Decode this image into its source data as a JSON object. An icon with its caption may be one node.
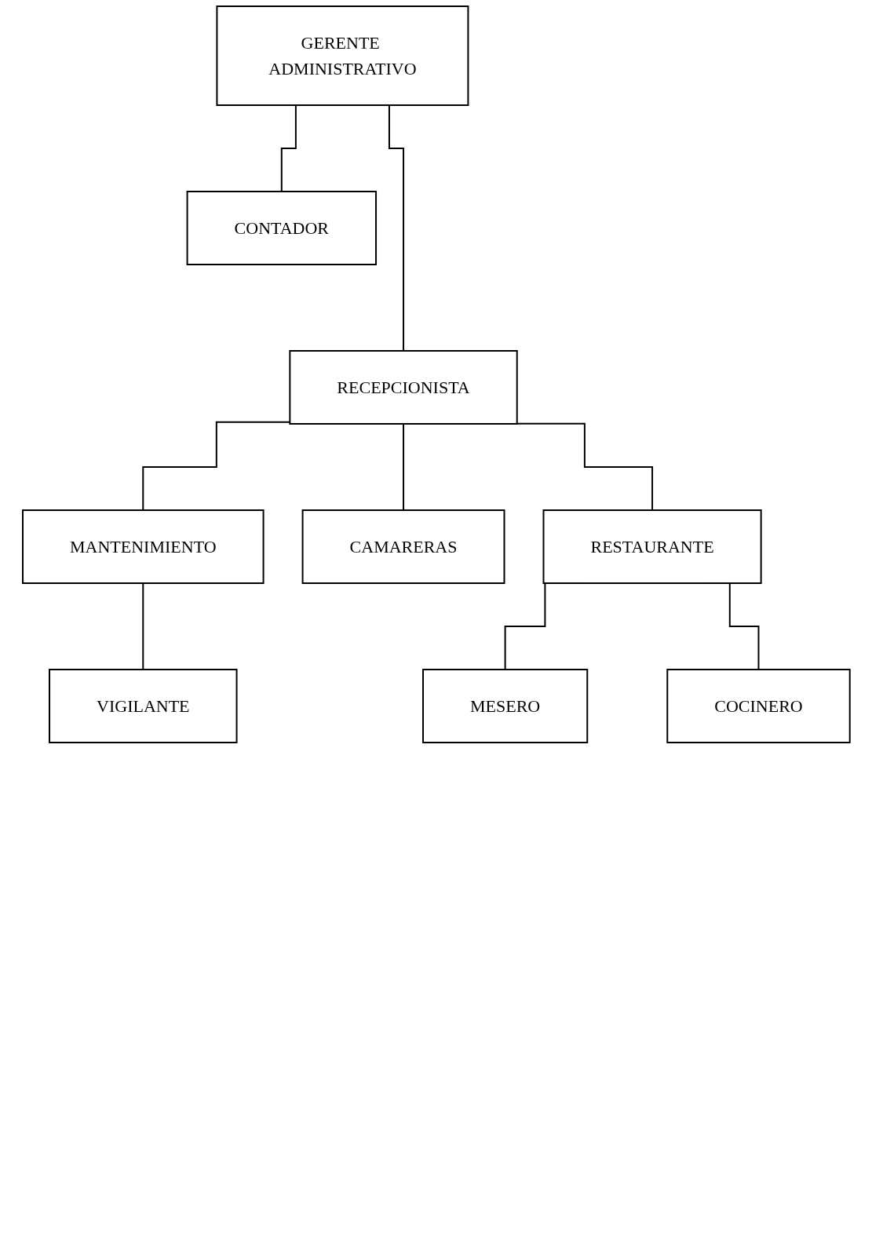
{
  "diagram": {
    "nodes": [
      {
        "text": [
          "GERENTE ADMINISTRATIVO"
        ]
      },
      {
        "text": [
          "CONTADOR"
        ]
      },
      {
        "text": [
          "RECEPCIONISTA"
        ]
      },
      {
        "text": [
          "MANTENIMIENTO"
        ]
      },
      {
        "text": [
          "CAMARERAS"
        ]
      },
      {
        "text": [
          "RESTAURANTE"
        ]
      },
      {
        "text": [
          "VIGILANTE"
        ]
      },
      {
        "text": [
          "MESERO"
        ]
      },
      {
        "text": [
          "COCINERO"
        ]
      }
    ],
    "edges": [
      {
        "from": 0,
        "to": 1,
        "arrow": "none"
      },
      {
        "from": 0,
        "to": 2,
        "arrow": "none"
      },
      {
        "from": 2,
        "to": 3,
        "arrow": "none"
      },
      {
        "from": 2,
        "to": 4,
        "arrow": "none"
      },
      {
        "from": 2,
        "to": 5,
        "arrow": "none"
      },
      {
        "from": 3,
        "to": 6,
        "arrow": "none"
      },
      {
        "from": 5,
        "to": 7,
        "arrow": "none"
      },
      {
        "from": 5,
        "to": 8,
        "arrow": "none"
      }
    ]
  }
}
